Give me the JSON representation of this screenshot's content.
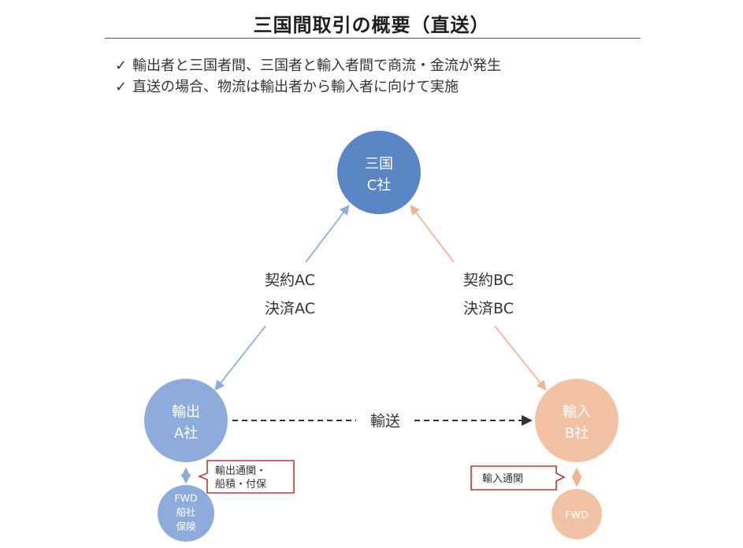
{
  "title": "三国間取引の概要（直送）",
  "bullets": [
    {
      "mark": "✓",
      "text": "輸出者と三国者間、三国者と輸入者間で商流・金流が発生"
    },
    {
      "mark": "✓",
      "text": "直送の場合、物流は輸出者から輸入者に向けて実施"
    }
  ],
  "nodes": {
    "c": {
      "line1": "三国",
      "line2": "C社",
      "color": "#5b86c5"
    },
    "a": {
      "line1": "輸出",
      "line2": "A社",
      "color": "#8eacdb"
    },
    "b": {
      "line1": "輸入",
      "line2": "B社",
      "color": "#f2c2a5"
    },
    "fwd_a": {
      "line1": "FWD",
      "line2": "船社",
      "line3": "保険",
      "color": "#8eacdb"
    },
    "fwd_b": {
      "line1": "FWD",
      "color": "#f2c2a5"
    }
  },
  "edges": {
    "ac": {
      "line1": "契約AC",
      "line2": "決済AC",
      "color": "#8eacdb"
    },
    "bc": {
      "line1": "契約BC",
      "line2": "決済BC",
      "color": "#f2b396"
    },
    "shipping": {
      "label": "輸送"
    }
  },
  "callouts": {
    "a": {
      "line1": "輸出通関・",
      "line2": "船積・付保"
    },
    "b": {
      "line1": "輸入通関"
    }
  },
  "colors": {
    "callout_border": "#c0392b",
    "dash_line": "#333333"
  }
}
